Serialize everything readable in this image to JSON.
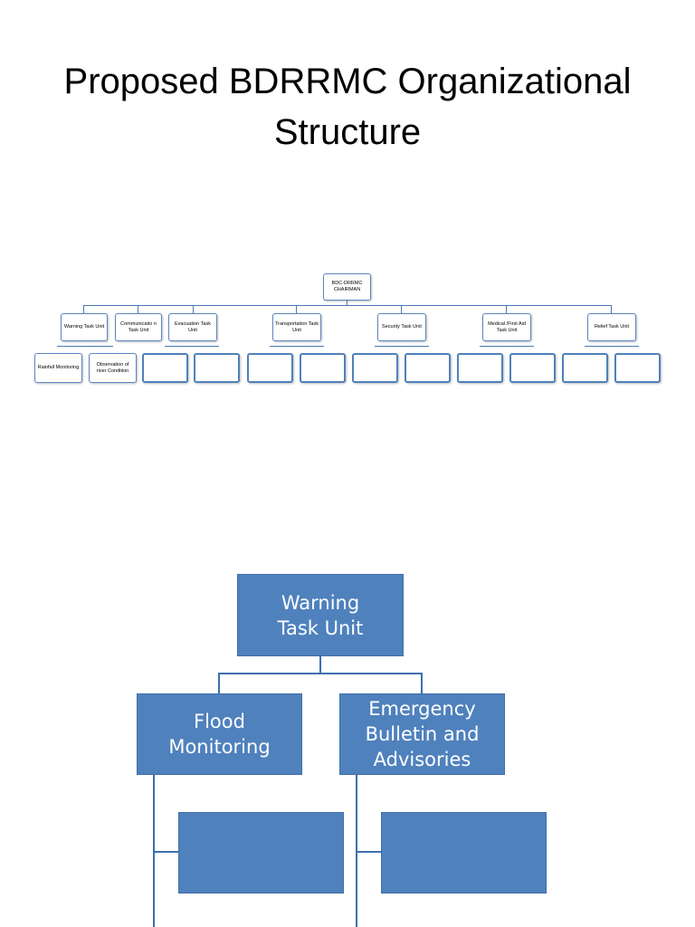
{
  "title": {
    "line1": "Proposed BDRRMC Organizational",
    "line2": "Structure"
  },
  "small_chart": {
    "root": "BDC-DRRMC CHAIRMAN",
    "units": [
      "Warning Task Unit",
      "Communicatio n Task Unit",
      "Evacuation Task Unit",
      "Transportation Task Unit",
      "Security Task Unit",
      "Medical /First Aid Task Unit",
      "Relief Task Unit"
    ],
    "warning_children": [
      "Rainfall Monitoring",
      "Observation of river Condition"
    ]
  },
  "big_chart": {
    "root": "Warning Task Unit",
    "children": [
      "Flood Monitoring",
      "Emergency Bulletin and Advisories"
    ]
  },
  "colors": {
    "box_fill": "#4f81bd",
    "small_border": "#5b86c0",
    "connector": "#3c6fb0"
  }
}
